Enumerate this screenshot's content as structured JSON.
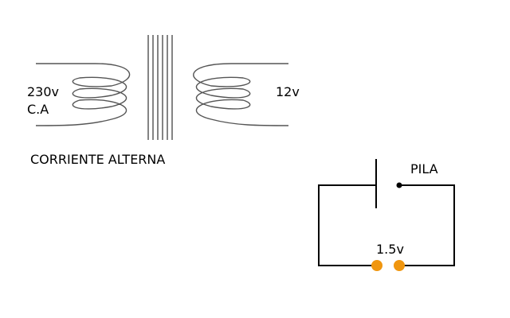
{
  "transformer": {
    "primary_voltage": "230v",
    "primary_type": "C.A",
    "secondary_voltage": "12v",
    "caption": "CORRIENTE ALTERNA"
  },
  "battery_circuit": {
    "label": "PILA",
    "voltage": "1.5v",
    "terminal_color": "#f0960f"
  },
  "colors": {
    "wire": "#000000",
    "coil": "#555555",
    "core": "#333333"
  }
}
